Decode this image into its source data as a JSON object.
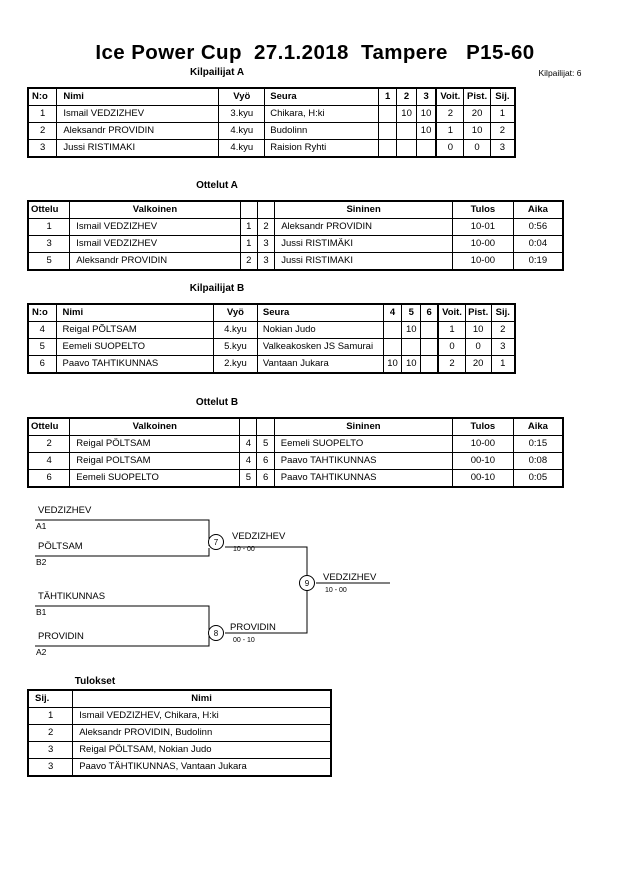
{
  "header": {
    "title": "Ice Power Cup  27.1.2018  Tampere   P15-60",
    "competitor_count_label": "Kilpailijat: 6"
  },
  "sections": {
    "pool_a_heading": "Kilpailijat A",
    "matches_a_heading": "Ottelut A",
    "pool_b_heading": "Kilpailijat B",
    "matches_b_heading": "Ottelut B",
    "results_heading": "Tulokset"
  },
  "pool_a": {
    "columns": [
      "N:o",
      "Nimi",
      "Vyö",
      "Seura",
      "1",
      "2",
      "3",
      "Voit.",
      "Pist.",
      "Sij."
    ],
    "rows": [
      {
        "no": "1",
        "name": "Ismail VEDZIZHEV",
        "belt": "3.kyu",
        "club": "Chikara, H:ki",
        "r1": "",
        "r2": "10",
        "r3": "10",
        "wins": "2",
        "points": "20",
        "rank": "1"
      },
      {
        "no": "2",
        "name": "Aleksandr PROVIDIN",
        "belt": "4.kyu",
        "club": "Budolinn",
        "r1": "",
        "r2": "",
        "r3": "10",
        "wins": "1",
        "points": "10",
        "rank": "2"
      },
      {
        "no": "3",
        "name": "Jussi RISTIMAKI",
        "belt": "4.kyu",
        "club": "Raision Ryhti",
        "r1": "",
        "r2": "",
        "r3": "",
        "wins": "0",
        "points": "0",
        "rank": "3"
      }
    ]
  },
  "matches_a": {
    "columns": [
      "Ottelu",
      "Valkoinen",
      "",
      "",
      "Sininen",
      "Tulos",
      "Aika"
    ],
    "rows": [
      {
        "no": "1",
        "white": "Ismail VEDZIZHEV",
        "white_no": "1",
        "blue_no": "2",
        "blue": "Aleksandr PROVIDIN",
        "result": "10-01",
        "time": "0:56"
      },
      {
        "no": "3",
        "white": "Ismail VEDZIZHEV",
        "white_no": "1",
        "blue_no": "3",
        "blue": "Jussi RISTIMÄKI",
        "result": "10-00",
        "time": "0:04"
      },
      {
        "no": "5",
        "white": "Aleksandr PROVIDIN",
        "white_no": "2",
        "blue_no": "3",
        "blue": "Jussi RISTIMAKI",
        "result": "10-00",
        "time": "0:19"
      }
    ]
  },
  "pool_b": {
    "columns": [
      "N:o",
      "Nimi",
      "Vyö",
      "Seura",
      "4",
      "5",
      "6",
      "Voit.",
      "Pist.",
      "Sij."
    ],
    "rows": [
      {
        "no": "4",
        "name": "Reigal PÕLTSAM",
        "belt": "4.kyu",
        "club": "Nokian Judo",
        "r1": "",
        "r2": "10",
        "r3": "",
        "wins": "1",
        "points": "10",
        "rank": "2"
      },
      {
        "no": "5",
        "name": "Eemeli SUOPELTO",
        "belt": "5.kyu",
        "club": "Valkeakosken JS Samurai",
        "r1": "",
        "r2": "",
        "r3": "",
        "wins": "0",
        "points": "0",
        "rank": "3"
      },
      {
        "no": "6",
        "name": "Paavo TAHTIKUNNAS",
        "belt": "2.kyu",
        "club": "Vantaan Jukara",
        "r1": "10",
        "r2": "10",
        "r3": "",
        "wins": "2",
        "points": "20",
        "rank": "1"
      }
    ]
  },
  "matches_b": {
    "columns": [
      "Ottelu",
      "Valkoinen",
      "",
      "",
      "Sininen",
      "Tulos",
      "Aika"
    ],
    "rows": [
      {
        "no": "2",
        "white": "Reigal PÖLTSAM",
        "white_no": "4",
        "blue_no": "5",
        "blue": "Eemeli SUOPELTO",
        "result": "10-00",
        "time": "0:15"
      },
      {
        "no": "4",
        "white": "Reigal POLTSAM",
        "white_no": "4",
        "blue_no": "6",
        "blue": "Paavo TAHTIKUNNAS",
        "result": "00-10",
        "time": "0:08"
      },
      {
        "no": "6",
        "white": "Eemeli SUOPELTO",
        "white_no": "5",
        "blue_no": "6",
        "blue": "Paavo TAHTIKUNNAS",
        "result": "00-10",
        "time": "0:05"
      }
    ]
  },
  "bracket": {
    "entries": [
      {
        "name": "VEDZIZHEV",
        "seed": "A1"
      },
      {
        "name": "PÖLTSAM",
        "seed": "B2"
      },
      {
        "name": "TÄHTIKUNNAS",
        "seed": "B1"
      },
      {
        "name": "PROVIDIN",
        "seed": "A2"
      }
    ],
    "semifinals": [
      {
        "number": "7",
        "winner": "VEDZIZHEV",
        "score": "10 - 00"
      },
      {
        "number": "8",
        "winner": "PROVIDIN",
        "score": "00 - 10"
      }
    ],
    "final": {
      "number": "9",
      "winner": "VEDZIZHEV",
      "score": "10 - 00"
    }
  },
  "results": {
    "columns": [
      "Sij.",
      "Nimi"
    ],
    "rows": [
      {
        "rank": "1",
        "name": "Ismail VEDZIZHEV, Chikara, H:ki"
      },
      {
        "rank": "2",
        "name": "Aleksandr PROVIDIN, Budolinn"
      },
      {
        "rank": "3",
        "name": "Reigal PÖLTSAM, Nokian Judo"
      },
      {
        "rank": "3",
        "name": "Paavo TÄHTIKUNNAS, Vantaan Jukara"
      }
    ]
  }
}
